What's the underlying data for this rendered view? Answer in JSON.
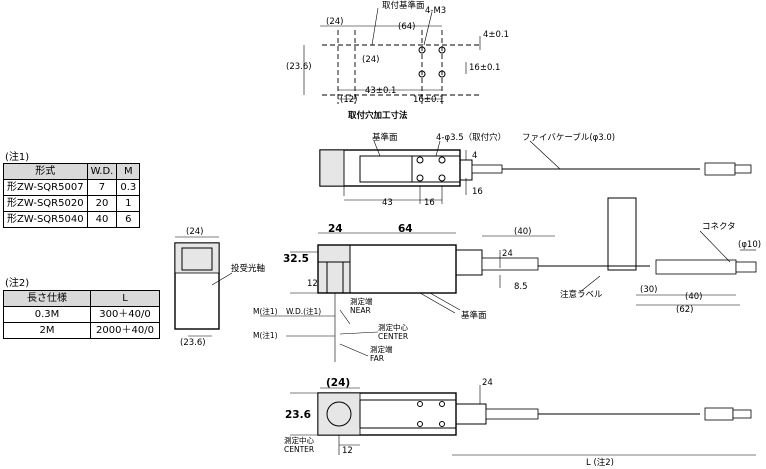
{
  "note1_label": "(注1)",
  "note2_label": "(注2)",
  "table1": {
    "headers": [
      "形式",
      "W.D.",
      "M"
    ],
    "rows": [
      [
        "形ZW-SQR5007",
        "7",
        "0.3"
      ],
      [
        "形ZW-SQR5020",
        "20",
        "1"
      ],
      [
        "形ZW-SQR5040",
        "40",
        "6"
      ]
    ]
  },
  "table2": {
    "headers": [
      "長さ仕様",
      "L"
    ],
    "rows": [
      [
        "0.3M",
        "300＋40/0"
      ],
      [
        "2M",
        "2000＋40/0"
      ]
    ]
  },
  "mount": {
    "ref_surface": "取付基準面",
    "dim_24": "(24)",
    "dim_64": "(64)",
    "dim_4": "4±0.1",
    "thread": "4-M3",
    "dim_236": "(23.6)",
    "dim_24b": "(24)",
    "dim_16": "16±0.1",
    "dim_43": "43±0.1",
    "dim_12": "(12)",
    "dim_16b": "16±0.1",
    "caption": "取付穴加工寸法"
  },
  "top": {
    "ref_surface": "基準面",
    "holes": "4-φ3.5（取付穴）",
    "cable": "ファイバケーブル(φ3.0)",
    "dim_4": "4",
    "dim_16": "16",
    "dim_43": "43",
    "dim_16b": "16"
  },
  "end_view": {
    "dim_24": "(24)",
    "dim_236": "(23.6)",
    "optical_axis": "投受光軸"
  },
  "front": {
    "dim_24": "24",
    "dim_64": "64",
    "dim_40": "(40)",
    "connector": "コネクタ",
    "dim_phi10": "(φ10)",
    "dim_325": "32.5",
    "dim_12": "12",
    "dim_24b": "24",
    "dim_85": "8.5",
    "label": "注意ラベル",
    "dim_30": "(30)",
    "dim_40b": "(40)",
    "dim_62": "(62)",
    "ref_surface": "基準面",
    "m_note": "M(注1)",
    "wd_note": "W.D.(注1)",
    "near_jp": "測定端",
    "near": "NEAR",
    "center_jp": "測定中心",
    "center": "CENTER",
    "far_jp": "測定端",
    "far": "FAR",
    "m_note2": "M(注1)"
  },
  "bottom": {
    "dim_24": "(24)",
    "dim_24b": "24",
    "dim_236": "23.6",
    "center_jp": "測定中心",
    "center": "CENTER",
    "dim_12": "12",
    "dim_L": "L (注2)"
  }
}
